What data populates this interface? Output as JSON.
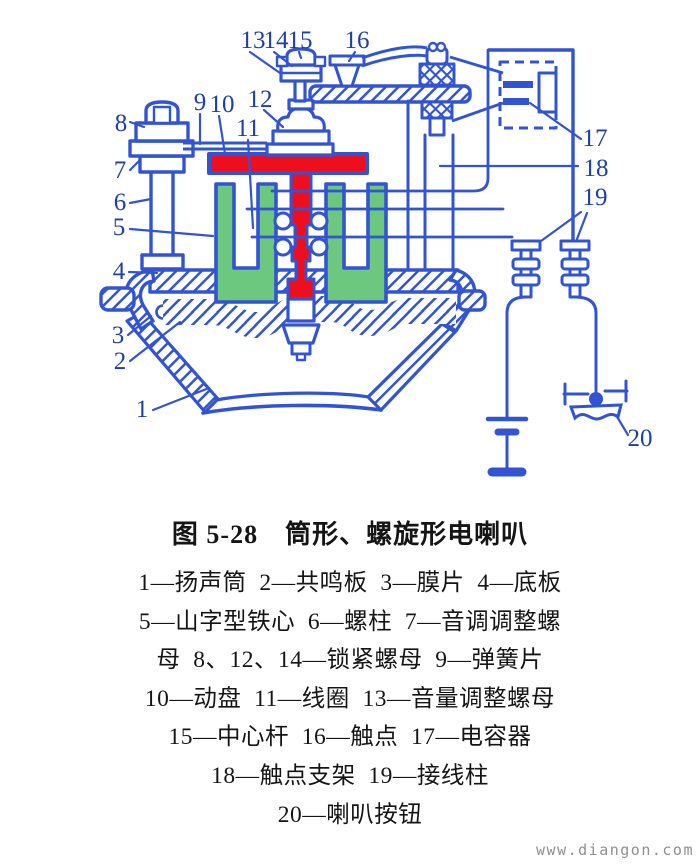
{
  "figure": {
    "title": "图 5-28　筒形、螺旋形电喇叭",
    "legend_lines": [
      "1—扬声筒  2—共鸣板  3—膜片  4—底板",
      "5—山字型铁心  6—螺柱  7—音调调整螺",
      "母  8、12、14—锁紧螺母  9—弹簧片",
      "10—动盘  11—线圈  13—音量调整螺母",
      "15—中心杆  16—触点  17—电容器",
      "18—触点支架  19—接线柱",
      "20—喇叭按钮"
    ]
  },
  "diagram": {
    "callouts": [
      "1",
      "2",
      "3",
      "4",
      "5",
      "6",
      "7",
      "8",
      "9",
      "10",
      "11",
      "12",
      "13",
      "14",
      "15",
      "16",
      "17",
      "18",
      "19",
      "20"
    ],
    "colors": {
      "line_blue": "#3254d3",
      "label_blue": "#1d3fa8",
      "part_red": "#ee0f1e",
      "part_green": "#6cc87e",
      "caption_black": "#151515",
      "watermark_gray": "#8f8f8f"
    }
  },
  "watermark": "www.diangon.com"
}
